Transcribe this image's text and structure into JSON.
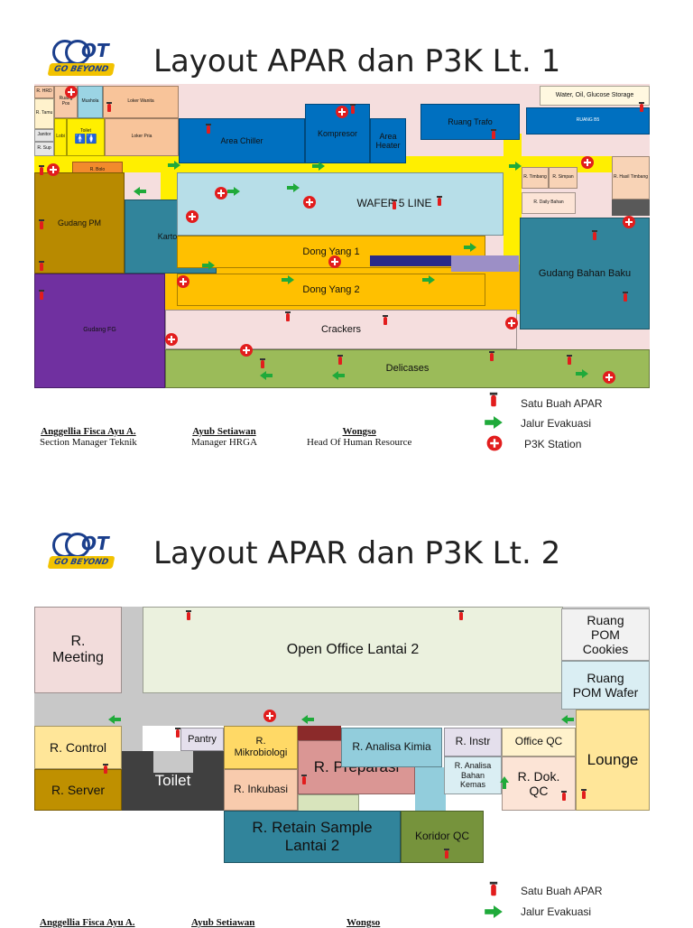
{
  "floor1": {
    "title": "Layout APAR dan P3K Lt. 1",
    "logo": {
      "brand": "OT",
      "tagline": "GO BEYOND"
    },
    "rooms": {
      "r_hrd": "R. HRD",
      "ruang_pos": "Ruang Pos",
      "mushola": "Mushola",
      "loker_wanita": "Loker Wanita",
      "r_tamu": "R. Tamu",
      "janitor": "Janitor",
      "lobi": "Lobi",
      "toilet": "Toilet",
      "loker_pria": "Loker Pria",
      "r_sup": "R. Sup",
      "r_bolo": "R. Bolo",
      "gudang_pm": "Gudang PM",
      "kartoni": "Kartoni",
      "gudang_fg": "Gudang FG",
      "area_chiller": "Area Chiller",
      "kompresor": "Kompresor",
      "area_heater": "Area Heater",
      "ruang_trafo": "Ruang Trafo",
      "water_storage": "Water, Oil, Glucose Storage",
      "ruang_b5": "RUANG B5",
      "wafer5": "WAFER 5 LINE",
      "dong_yang_1": "Dong Yang 1",
      "dong_yang_2": "Dong Yang 2",
      "crackers": "Crackers",
      "delicases": "Delicases",
      "gudang_bahan_baku": "Gudang Bahan Baku",
      "r_timbang": "R. Timbang",
      "r_simpan": "R. Simpan",
      "r_hasil_timbang": "R. Hasil Timbang",
      "r_daily_bahan": "R. Daily Bahan"
    },
    "legend": {
      "apar": "Satu Buah APAR",
      "jalur": "Jalur Evakuasi",
      "p3k": "P3K Station"
    },
    "signatures": [
      {
        "name": "Anggellia Fisca Ayu A.",
        "role": "Section Manager Teknik"
      },
      {
        "name": "Ayub Setiawan",
        "role": "Manager HRGA"
      },
      {
        "name": "Wongso",
        "role": "Head Of Human Resource"
      }
    ]
  },
  "floor2": {
    "title": "Layout APAR dan P3K Lt. 2",
    "logo": {
      "brand": "OT",
      "tagline": "GO BEYOND"
    },
    "rooms": {
      "r_meeting": "R. Meeting",
      "open_office": "Open Office Lantai 2",
      "pom_cookies": "Ruang POM Cookies",
      "pom_wafer": "Ruang POM Wafer",
      "r_control": "R. Control",
      "r_server": "R. Server",
      "toilet": "Toilet",
      "pantry": "Pantry",
      "r_mikrobiologi": "R. Mikrobiologi",
      "r_inkubasi": "R. Inkubasi",
      "r_preparasi": "R. Preparasi",
      "r_analisa_kimia": "R. Analisa Kimia",
      "r_instr": "R. Instr",
      "office_qc": "Office QC",
      "r_analisa_bahan": "R. Analisa Bahan Kemas",
      "r_dok_qc": "R. Dok. QC",
      "lounge": "Lounge",
      "r_retain": "R. Retain Sample Lantai 2",
      "koridor_qc": "Koridor QC"
    },
    "legend": {
      "apar": "Satu Buah APAR",
      "jalur": "Jalur Evakuasi"
    },
    "signatures": [
      {
        "name": "Anggellia Fisca Ayu A.",
        "role": ""
      },
      {
        "name": "Ayub Setiawan",
        "role": ""
      },
      {
        "name": "Wongso",
        "role": ""
      }
    ]
  },
  "colors": {
    "fire_red": "#e21d1d",
    "evac_green": "#1faa3a",
    "corridor_yellow": "#ffef00"
  }
}
